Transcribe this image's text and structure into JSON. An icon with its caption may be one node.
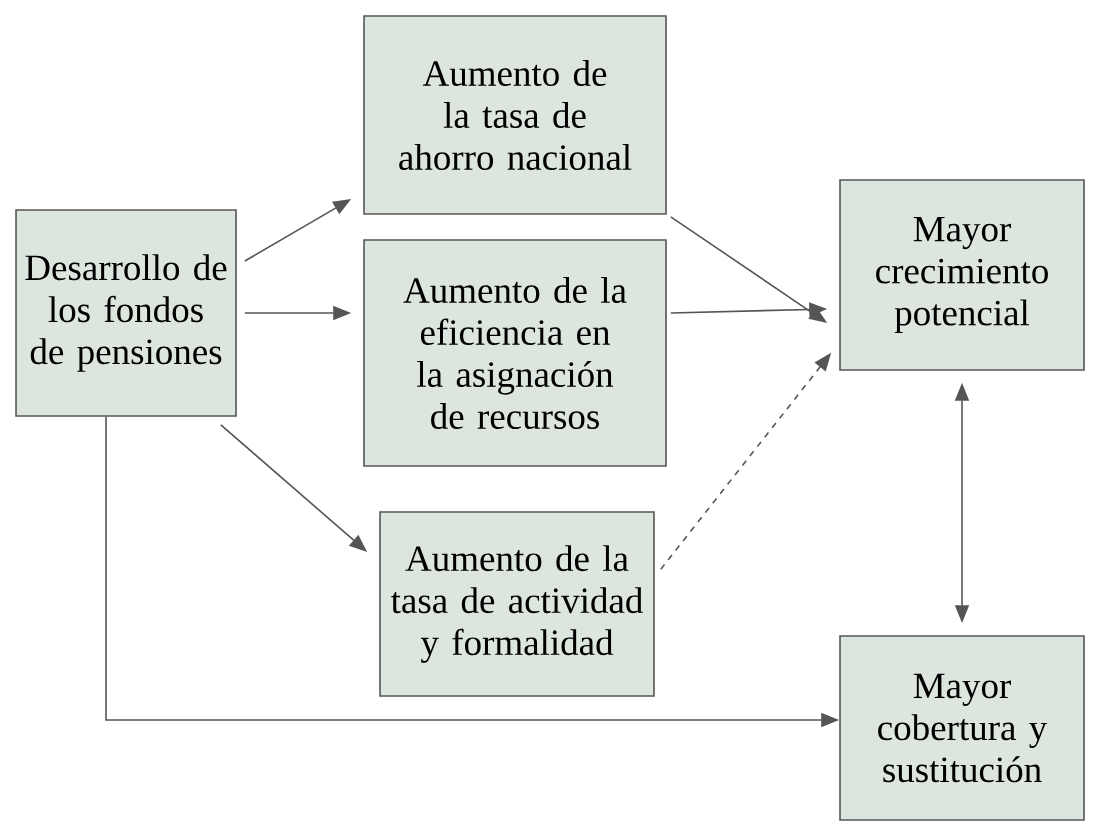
{
  "diagram": {
    "nodes": [
      {
        "text": [
          "Desarrollo de los fondos de pensiones"
        ]
      },
      {
        "text": [
          "Aumento de la tasa de ahorro nacional"
        ]
      },
      {
        "text": [
          "Aumento de la eficiencia en la asignación de recursos"
        ]
      },
      {
        "text": [
          "Aumento de la tasa de actividad y formalidad"
        ]
      },
      {
        "text": [
          "Mayor crecimiento potencial"
        ]
      },
      {
        "text": [
          "Mayor cobertura y sustitución"
        ]
      }
    ],
    "edges": [
      {
        "from": 0,
        "to": 1,
        "arrow": "to"
      },
      {
        "from": 0,
        "to": 2,
        "arrow": "to"
      },
      {
        "from": 0,
        "to": 3,
        "arrow": "to"
      },
      {
        "from": 1,
        "to": 4,
        "arrow": "to"
      },
      {
        "from": 2,
        "to": 4,
        "arrow": "to"
      },
      {
        "from": 3,
        "to": 4,
        "arrow": "to",
        "style": "dashed"
      },
      {
        "from": 4,
        "to": 5,
        "arrow": "both"
      },
      {
        "from": 0,
        "to": 5,
        "arrow": "to"
      }
    ]
  }
}
